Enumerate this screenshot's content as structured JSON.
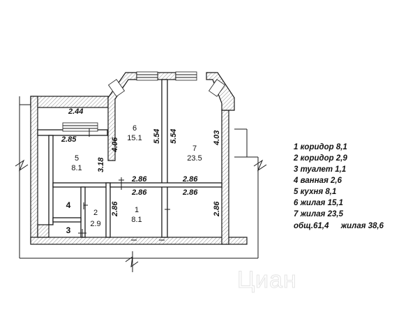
{
  "plan": {
    "dimensions": {
      "d1": "2.44",
      "d2": "2.85",
      "d3": "4.06",
      "d4": "5.54",
      "d5": "5.54",
      "d6": "4.03",
      "d7": "3.18",
      "d8": "2.86",
      "d9": "2.86",
      "d10": "2.86",
      "d11": "2.86",
      "d12": "2.86",
      "d13": "2.86"
    },
    "rooms": [
      {
        "num": "1",
        "area": "8.1"
      },
      {
        "num": "2",
        "area": "2.9"
      },
      {
        "num": "3",
        "area": ""
      },
      {
        "num": "4",
        "area": ""
      },
      {
        "num": "5",
        "area": "8.1"
      },
      {
        "num": "6",
        "area": "15.1"
      },
      {
        "num": "7",
        "area": "23.5"
      }
    ]
  },
  "legend": {
    "items": [
      "1 коридор 8,1",
      "2 коридор 2,9",
      "3 туалет 1,1",
      "4 ванная 2,6",
      "5 кухня 8,1",
      "6 жилая 15,1",
      "7 жилая 23,5"
    ],
    "total_general": "общ.61,4",
    "total_living": "жилая 38,6"
  },
  "watermark": {
    "logo_text": "Циан"
  }
}
